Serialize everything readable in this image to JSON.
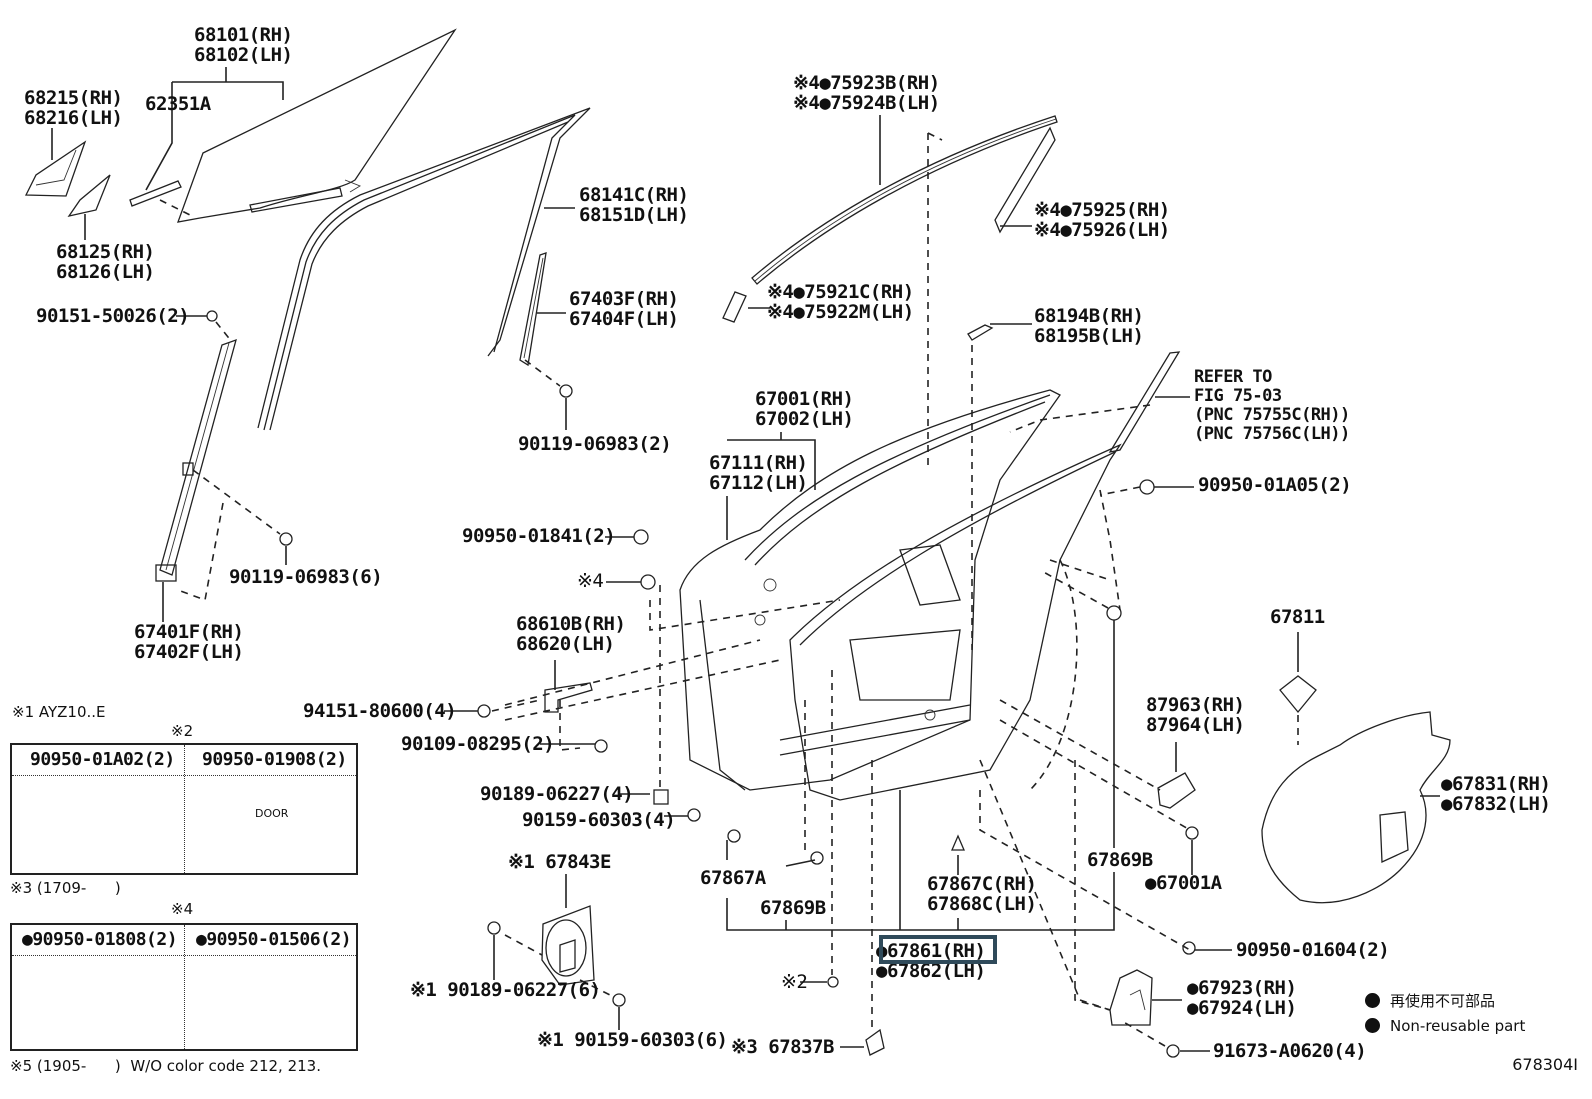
{
  "diagram": {
    "title": "Front Door Panel & Glass parts diagram",
    "figure_id": "678304I",
    "highlight_color": "#2f4a5a",
    "labels": {
      "glass": [
        "68101(RH)",
        "68102(LH)"
      ],
      "glass_channel_62351A": [
        "62351A"
      ],
      "quarter_glass_68215": [
        "68215(RH)",
        "68216(LH)"
      ],
      "quarter_glass_68125": [
        "68125(RH)",
        "68126(LH)"
      ],
      "screw_90151": [
        "90151-50026(2)"
      ],
      "run_68141": [
        "68141C(RH)",
        "68151D(LH)"
      ],
      "channel_67403": [
        "67403F(RH)",
        "67404F(LH)"
      ],
      "bolt_90119_2": [
        "90119-06983(2)"
      ],
      "bolt_90119_6": [
        "90119-06983(6)"
      ],
      "channel_67401": [
        "67401F(RH)",
        "67402F(LH)"
      ],
      "moulding_75923": [
        "※4●75923B(RH)",
        "※4●75924B(LH)"
      ],
      "moulding_75925": [
        "※4●75925(RH)",
        "※4●75926(LH)"
      ],
      "moulding_75921": [
        "※4●75921C(RH)",
        "※4●75922M(LH)"
      ],
      "bracket_68194": [
        "68194B(RH)",
        "68195B(LH)"
      ],
      "refer_to": [
        "REFER TO",
        "FIG 75-03",
        "(PNC 75755C(RH))",
        "(PNC 75756C(LH))"
      ],
      "door_panel_67001": [
        "67001(RH)",
        "67002(LH)"
      ],
      "door_panel_67111": [
        "67111(RH)",
        "67112(LH)"
      ],
      "plug_90950_01A05": [
        "90950-01A05(2)"
      ],
      "plug_90950_01841": [
        "90950-01841(2)"
      ],
      "mark4_plug": [
        "※4"
      ],
      "hinge_68610": [
        "68610B(RH)",
        "68620(LH)"
      ],
      "nut_94151": [
        "94151-80600(4)"
      ],
      "bolt_90109": [
        "90109-08295(2)"
      ],
      "nut_90189_4": [
        "90189-06227(4)"
      ],
      "bolt_90159_4": [
        "90159-60303(4)"
      ],
      "cover_67811": [
        "67811"
      ],
      "sensor_87963": [
        "87963(RH)",
        "87964(LH)"
      ],
      "cover_67831": [
        "●67831(RH)",
        "●67832(LH)"
      ],
      "cover_67843E": [
        "※1 67843E"
      ],
      "nut_90189_6": [
        "※1 90189-06227(6)"
      ],
      "bolt_90159_6": [
        "※1 90159-60303(6)"
      ],
      "clip_67867A": [
        "67867A"
      ],
      "clip_67869B_left": [
        "67869B"
      ],
      "clip_67869B_right": [
        "67869B"
      ],
      "clip_67867C": [
        "67867C(RH)",
        "67868C(LH)"
      ],
      "seal_67001A": [
        "●67001A"
      ],
      "mark2_plug": [
        "※2"
      ],
      "hole_cover_67861": [
        "●67861(RH)",
        "●67862(LH)"
      ],
      "plug_90950_01604": [
        "90950-01604(2)"
      ],
      "cover_67837B": [
        "※3 67837B"
      ],
      "cover_67923": [
        "●67923(RH)",
        "●67924(LH)"
      ],
      "screw_91673": [
        "91673-A0620(4)"
      ]
    },
    "notes": {
      "note1": "※1 AYZ10..E",
      "note3": "※3 (1709-      )",
      "note5": "※5 (1905-      )  W/O color code 212, 213."
    },
    "table2": {
      "mark": "※2",
      "columns": [
        "90950-01A02(2)",
        "90950-01908(2)"
      ],
      "plug_text": "DOOR"
    },
    "table4": {
      "mark": "※4",
      "columns": [
        "●90950-01808(2)",
        "●90950-01506(2)"
      ]
    },
    "legend": {
      "items": [
        "再使用不可部品",
        "Non-reusable part"
      ]
    }
  }
}
